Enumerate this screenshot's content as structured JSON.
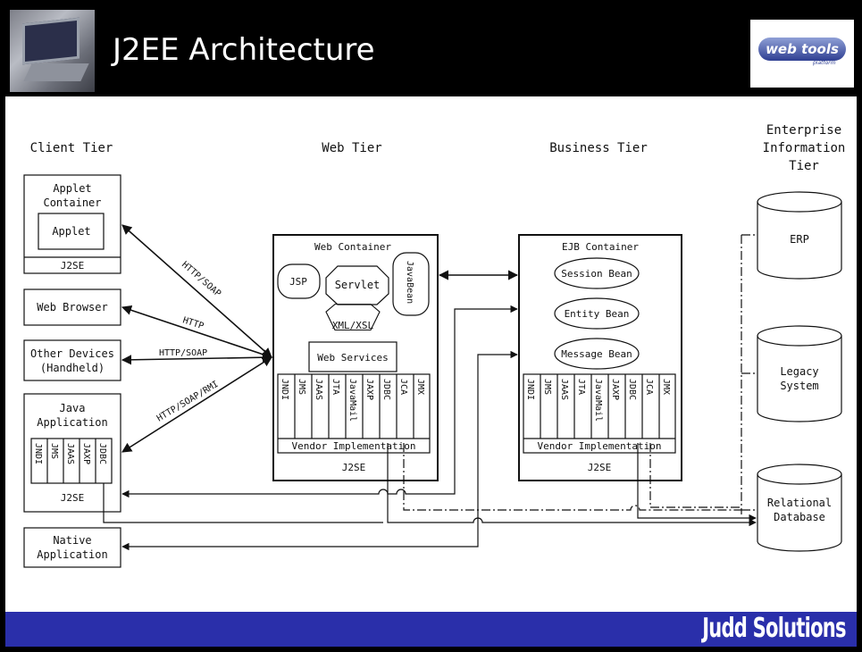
{
  "header": {
    "title": "J2EE Architecture",
    "logo_text": "web tools",
    "logo_sub": "platform"
  },
  "footer": {
    "brand": "Judd Solutions"
  },
  "tiers": {
    "client": "Client Tier",
    "web": "Web Tier",
    "business": "Business Tier",
    "eis": [
      "Enterprise",
      "Information",
      "Tier"
    ]
  },
  "client": {
    "applet_container": [
      "Applet",
      "Container"
    ],
    "applet": "Applet",
    "applet_j2se": "J2SE",
    "web_browser": "Web Browser",
    "other_devices": [
      "Other Devices",
      "(Handheld)"
    ],
    "java_application": [
      "Java",
      "Application"
    ],
    "java_apis": [
      "JNDI",
      "JMS",
      "JAAS",
      "JAXP",
      "JDBC"
    ],
    "java_j2se": "J2SE",
    "native_application": [
      "Native",
      "Application"
    ]
  },
  "protocols": [
    "HTTP/SOAP",
    "HTTP",
    "HTTP/SOAP",
    "HTTP/SOAP/RMI"
  ],
  "web_container": {
    "title": "Web Container",
    "jsp": "JSP",
    "servlet": "Servlet",
    "javabean": "JavaBean",
    "xml_xsl": "XML/XSL",
    "web_services": "Web Services",
    "apis": [
      "JNDI",
      "JMS",
      "JAAS",
      "JTA",
      "JavaMail",
      "JAXP",
      "JDBC",
      "JCA",
      "JMX"
    ],
    "vendor": "Vendor Implementation",
    "j2se": "J2SE"
  },
  "ejb_container": {
    "title": "EJB Container",
    "beans": [
      "Session Bean",
      "Entity Bean",
      "Message Bean"
    ],
    "apis": [
      "JNDI",
      "JMS",
      "JAAS",
      "JTA",
      "JavaMail",
      "JAXP",
      "JDBC",
      "JCA",
      "JMX"
    ],
    "vendor": "Vendor Implementation",
    "j2se": "J2SE"
  },
  "eis": {
    "erp": "ERP",
    "legacy": [
      "Legacy",
      "System"
    ],
    "database": [
      "Relational",
      "Database"
    ]
  }
}
